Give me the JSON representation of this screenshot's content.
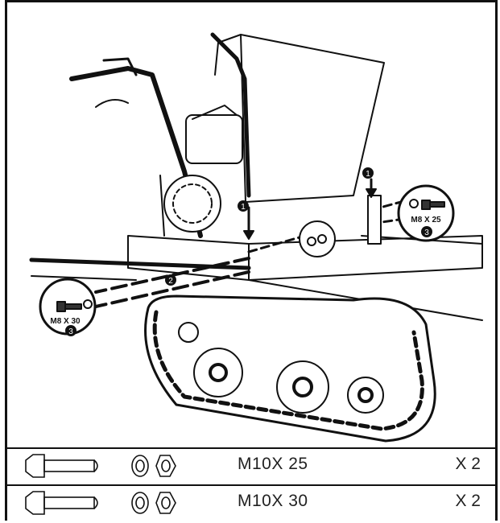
{
  "callouts": {
    "step1": "1",
    "step2": "2",
    "step3": "3",
    "bolt_left": "M8 X 30",
    "bolt_right": "M8 X 25"
  },
  "parts": [
    {
      "bolt_icon": "bolt-icon",
      "washer_icon": "washer-icon",
      "nut_icon": "nut-icon",
      "spec": "M10X 25",
      "qty": "X 2"
    },
    {
      "bolt_icon": "bolt-icon",
      "washer_icon": "washer-icon",
      "nut_icon": "nut-icon",
      "spec": "M10X 30",
      "qty": "X 2"
    }
  ]
}
